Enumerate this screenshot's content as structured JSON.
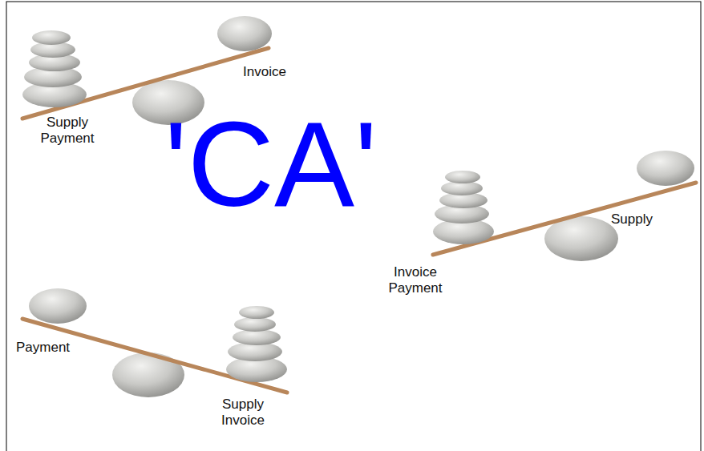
{
  "diagram": {
    "labels": [
      "Invoice",
      "Supply Payment",
      "Supply",
      "Invoice Payment",
      "Payment",
      "Supply Invoice",
      "'CA'"
    ]
  }
}
